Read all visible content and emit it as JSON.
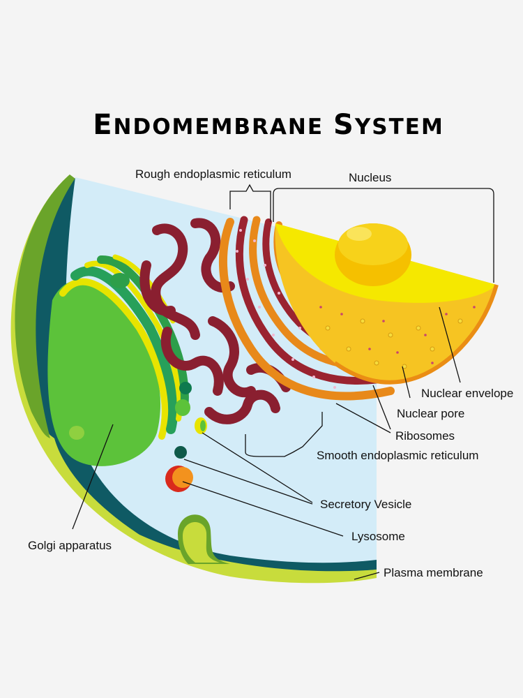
{
  "title": {
    "first_letter": "E",
    "rest_word1": "NDOMEMBRANE",
    "second_letter": "S",
    "rest_word2": "YSTEM"
  },
  "labels": {
    "rough_er": "Rough endoplasmic reticulum",
    "nucleus": "Nucleus",
    "nuclear_envelope": "Nuclear envelope",
    "nuclear_pore": "Nuclear pore",
    "ribosomes": "Ribosomes",
    "smooth_er": "Smooth endoplasmic reticulum",
    "secretory_vesicle": "Secretory Vesicle",
    "lysosome": "Lysosome",
    "golgi": "Golgi apparatus",
    "plasma_membrane": "Plasma membrane"
  },
  "colors": {
    "background": "#f4f4f4",
    "cytoplasm": "#d3ecf8",
    "dark_teal": "#0f5a64",
    "plasma_green": "#6aa42a",
    "membrane_lime": "#c8dc3c",
    "golgi_green": "#5cc23a",
    "golgi_yellow": "#e8e400",
    "er_maroon": "#8a1f30",
    "rough_er_orange": "#e8891a",
    "nucleus_yellow": "#f5e800",
    "nucleolus_gold": "#f5c000",
    "nucleoplasm": "#f6c422",
    "lysosome_orange": "#f3921e",
    "lysosome_red": "#d92a1c"
  }
}
